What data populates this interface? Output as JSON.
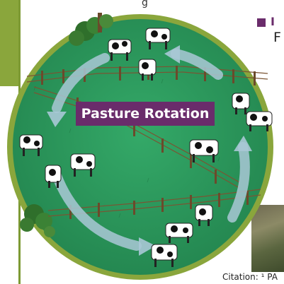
{
  "header": {
    "top_text": "g",
    "bullet_text": "I",
    "bullet_sub": "F"
  },
  "diagram": {
    "title": "Pasture Rotation"
  },
  "footer": {
    "citation": "Citation: ¹ PA"
  },
  "colors": {
    "grass": "#2e9a5e",
    "ring": "#8aa63c",
    "title_bg": "#6a2c6b",
    "arrow": "#a9c8d6",
    "fence": "#7a5533"
  }
}
